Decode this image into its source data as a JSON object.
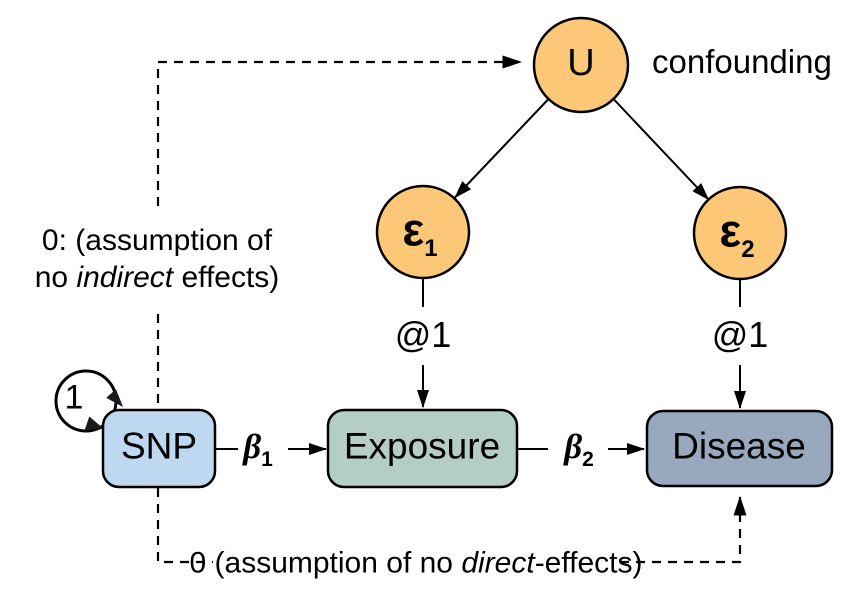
{
  "diagram": {
    "nodes": {
      "u": {
        "label": "U",
        "annotation": "confounding",
        "fill": "#FCC878"
      },
      "eps1": {
        "base": "ε",
        "sub": "1",
        "fill": "#FCC878"
      },
      "eps2": {
        "base": "ε",
        "sub": "2",
        "fill": "#FCC878"
      },
      "snp": {
        "label": "SNP",
        "fill": "#BDD8F0"
      },
      "exposure": {
        "label": "Exposure",
        "fill": "#B5CDC7"
      },
      "disease": {
        "label": "Disease",
        "fill": "#98A9BD"
      }
    },
    "edges": {
      "snp_variance_label": "1",
      "eps1_loading_label": "@1",
      "eps2_loading_label": "@1",
      "beta1": {
        "base": "β",
        "sub": "1"
      },
      "beta2": {
        "base": "β",
        "sub": "2"
      }
    },
    "annotations": {
      "indirect": {
        "line1": "0: (assumption of",
        "line2_pre": "no ",
        "line2_italic": "indirect",
        "line2_post": " effects)"
      },
      "direct": {
        "pre": "0 (assumption of no ",
        "italic": "direct",
        "post": "-effects)"
      }
    },
    "colors": {
      "stroke": "#000000",
      "node_orange": "#FCC878",
      "node_blue": "#BDD8F0",
      "node_green": "#B5CDC7",
      "node_slate": "#98A9BD"
    }
  }
}
